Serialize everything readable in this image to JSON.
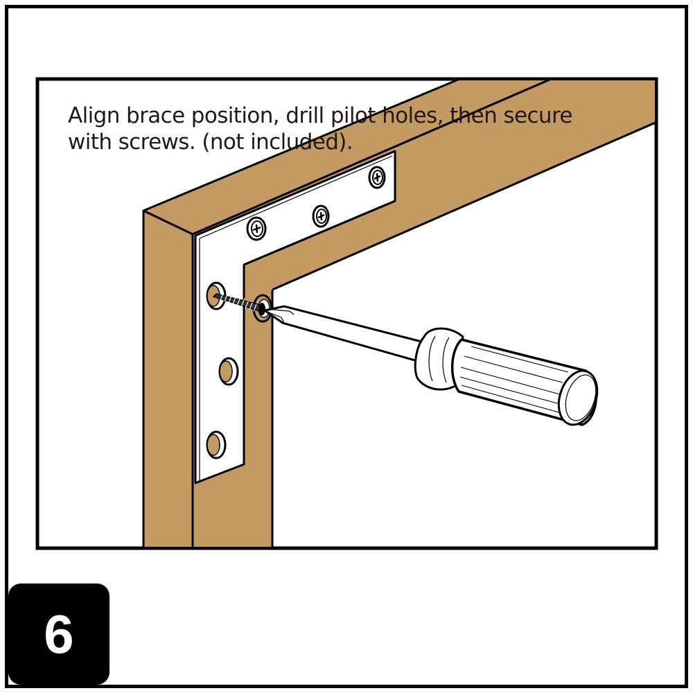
{
  "step": {
    "number": "6"
  },
  "instruction": {
    "line1": "Align brace position, drill pilot holes, then secure",
    "line2": "with screws. (not included)."
  },
  "colors": {
    "wood": "#C49A63",
    "outline": "#000000",
    "text": "#231815",
    "brace": "#FFFFFF",
    "badge": "#000000",
    "badge_text": "#FFFFFF"
  },
  "illustration": {
    "subject": "L-shaped corner brace on wooden frame corner",
    "elements": [
      "wood-frame-corner",
      "corner-brace",
      "installed-screws",
      "screw-being-driven",
      "empty-screw-holes",
      "screwdriver"
    ],
    "installed_screw_count": 3,
    "empty_hole_count": 2
  }
}
